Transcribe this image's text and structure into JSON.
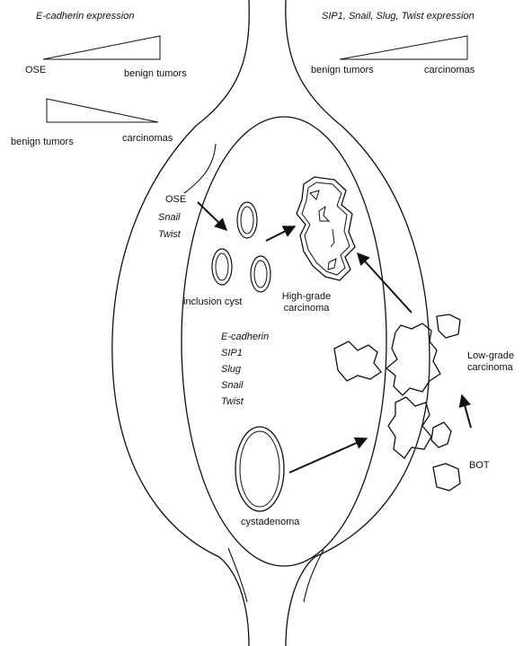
{
  "legend_left": {
    "title": "E-cadherin expression",
    "row1_left": "OSE",
    "row1_right": "benign tumors",
    "row2_left": "benign tumors",
    "row2_right": "carcinomas"
  },
  "legend_right": {
    "title": "SIP1, Snail, Slug, Twist expression",
    "row_left": "benign tumors",
    "row_right": "carcinomas"
  },
  "labels": {
    "ose": "OSE",
    "snail": "Snail",
    "twist": "Twist",
    "inclusion_cyst": "inclusion cyst",
    "high_grade_1": "High-grade",
    "high_grade_2": "carcinoma",
    "low_grade_1": "Low-grade",
    "low_grade_2": "carcinoma",
    "bot": "BOT",
    "cystadenoma": "cystadenoma"
  },
  "molecules": [
    "E-cadherin",
    "SIP1",
    "Slug",
    "Snail",
    "Twist"
  ],
  "colors": {
    "line": "#111111",
    "background": "#ffffff"
  }
}
